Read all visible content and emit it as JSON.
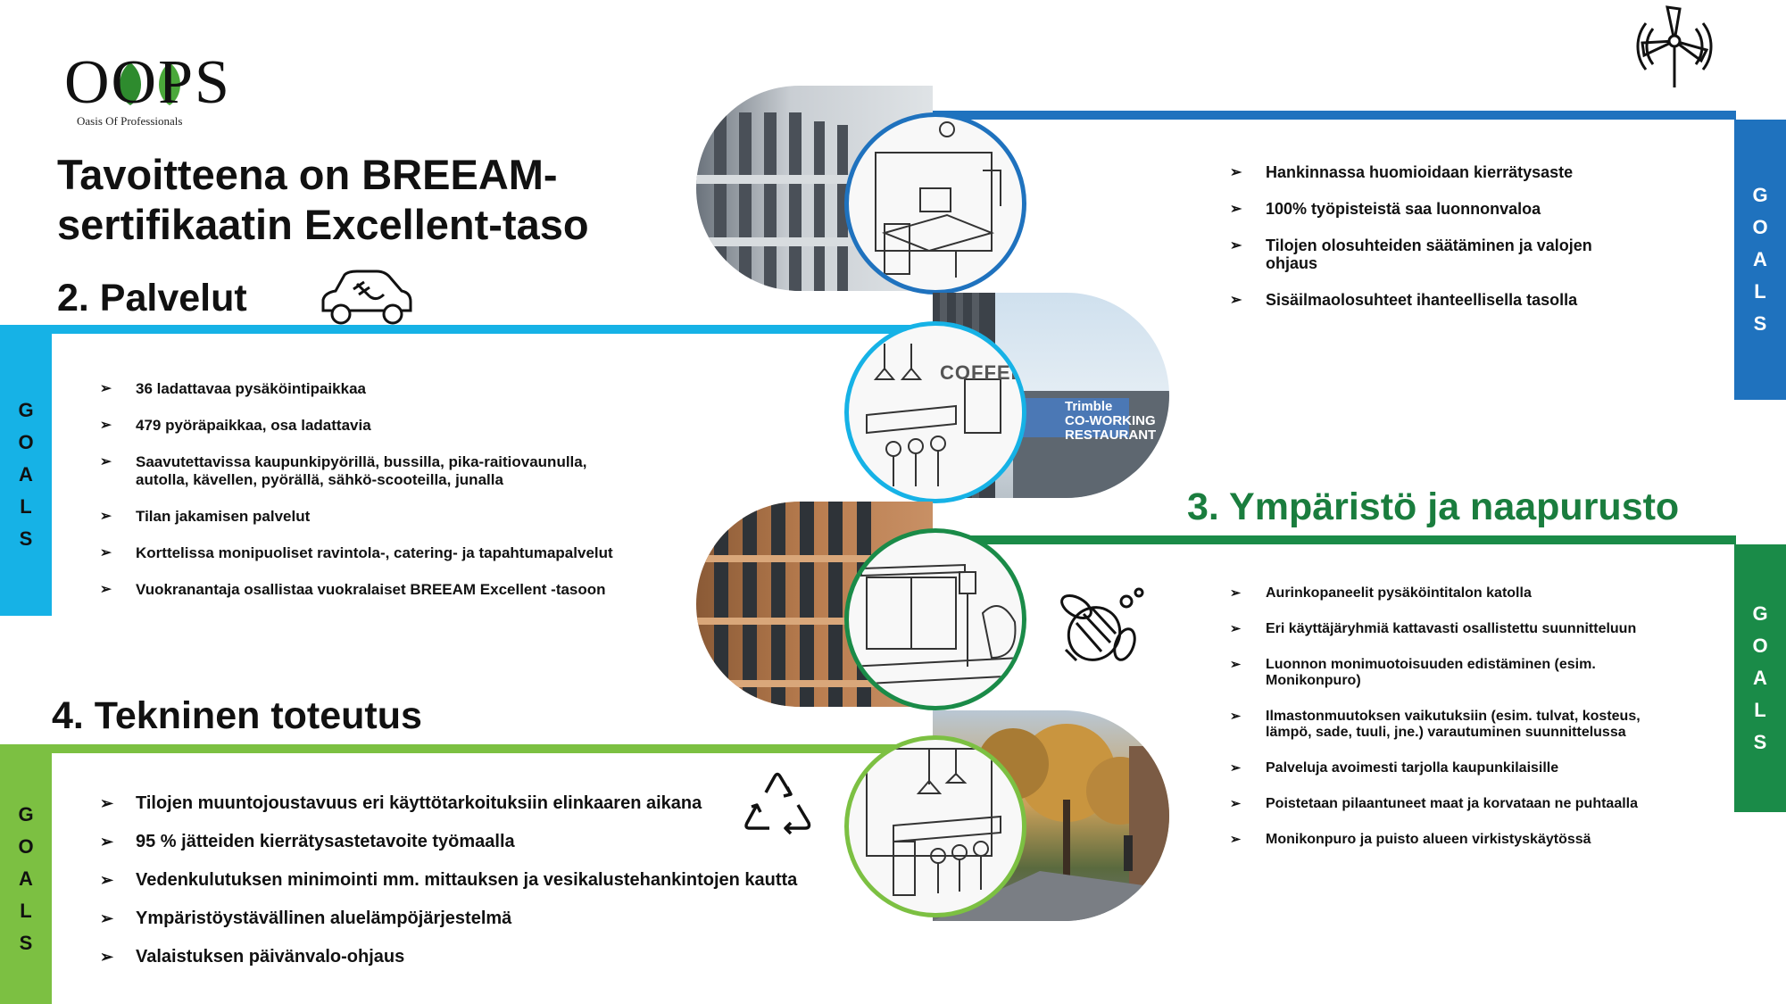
{
  "logo": {
    "word": "OOPS",
    "subtitle": "Oasis Of Professionals"
  },
  "main_title": "Tavoitteena on BREEAM-sertifikaatin Excellent-taso",
  "goals_letters": [
    "G",
    "O",
    "A",
    "L",
    "S"
  ],
  "sections": {
    "services": {
      "title": "2. Palvelut",
      "items": [
        "36 ladattavaa pysäköintipaikkaa",
        "479 pyöräpaikkaa, osa ladattavia",
        "Saavutettavissa kaupunkipyörillä, bussilla, pika-raitiovaunulla, autolla, kävellen, pyörällä, sähkö-scooteilla, junalla",
        "Tilan jakamisen palvelut",
        "Korttelissa monipuoliset ravintola-, catering- ja tapahtumapalvelut",
        "Vuokranantaja osallistaa vuokralaiset BREEAM Excellent   -tasoon"
      ]
    },
    "top": {
      "items": [
        "Hankinnassa huomioidaan kierrätysaste",
        "100% työpisteistä saa luonnonvaloa",
        "Tilojen olosuhteiden säätäminen ja valojen ohjaus",
        "Sisäilmaolosuhteet ihanteellisella tasolla"
      ]
    },
    "environment": {
      "title": "3. Ympäristö ja naapurusto",
      "items": [
        "Aurinkopaneelit pysäköintitalon katolla",
        "Eri käyttäjäryhmiä kattavasti osallistettu suunnitteluun",
        "Luonnon monimuotoisuuden edistäminen (esim. Monikonpuro)",
        "Ilmastonmuutoksen vaikutuksiin (esim. tulvat, kosteus, lämpö, sade, tuuli, jne.) varautuminen suunnittelussa",
        "Palveluja avoimesti tarjolla kaupunkilaisille",
        "Poistetaan pilaantuneet maat ja korvataan ne puhtaalla",
        "Monikonpuro ja puisto alueen virkistyskäytössä"
      ]
    },
    "technical": {
      "title": "4. Tekninen toteutus",
      "items": [
        "Tilojen muuntojoustavuus eri käyttötarkoituksiin elinkaaren aikana",
        "95 % jätteiden kierrätysastetavoite työmaalla",
        "Vedenkulutuksen minimointi mm. mittauksen ja vesikalustehankintojen kautta",
        "Ympäristöystävällinen aluelämpöjärjestelmä",
        "Valaistuksen päivänvalo-ohjaus"
      ]
    }
  },
  "sign_text": {
    "brand": "Trimble",
    "line1": "CO-WORKING",
    "line2": "RESTAURANT",
    "coffee": "COFFEE"
  },
  "bullet_glyph": "➢",
  "colors": {
    "blue": "#1f72be",
    "cyan": "#16b2e6",
    "green": "#1a8b48",
    "lime": "#7cc042"
  },
  "icons": [
    "wind-turbine-icon",
    "electric-car-icon",
    "bee-icon",
    "recycle-icon"
  ]
}
